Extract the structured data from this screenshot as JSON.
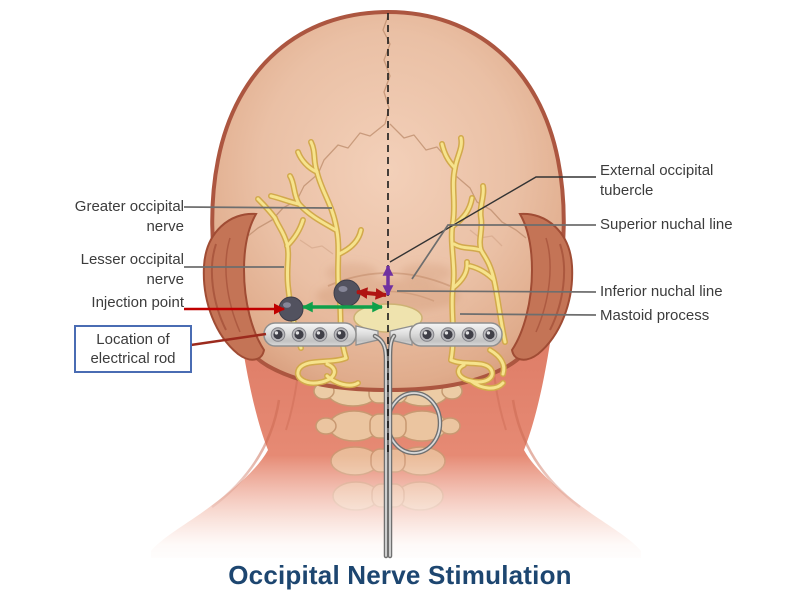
{
  "title": "Occipital Nerve Stimulation",
  "left_labels": {
    "greater": "Greater occipital nerve",
    "lesser": "Lesser occipital nerve",
    "injection": "Injection point",
    "rod_box": "Location of electrical rod"
  },
  "right_labels": {
    "tubercle": "External occipital tubercle",
    "superior": "Superior nuchal line",
    "inferior": "Inferior nuchal line",
    "mastoid": "Mastoid process"
  },
  "colors": {
    "title_text": "#1D4670",
    "label_text": "#3C3C3C",
    "box_border": "#4A6CB3",
    "arrow_injection": "#C00000",
    "arrow_span_red": "#B01513",
    "arrow_span_green": "#0FA04A",
    "arrow_span_purple": "#7030A0",
    "leader_gray": "#6E6E6E",
    "nerve_yellow": "#F6E38C",
    "skin_tone": "#EAC0A5",
    "neck_tone": "#E2826C"
  }
}
